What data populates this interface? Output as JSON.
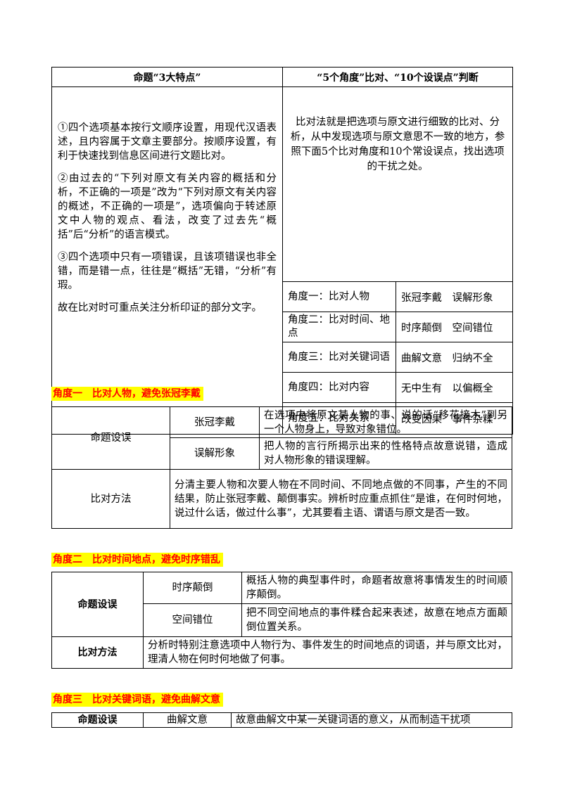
{
  "top_table": {
    "header_left": "命题“3大特点”",
    "header_right": "“5个角度”比对、“10个设误点”判断",
    "features": [
      "①四个选项基本按行文顺序设置，用现代汉语表述，且内容属于文章主要部分。按顺序设置，有利于快速找到信息区间进行文题比对。",
      "②由过去的“下列对原文有关内容的概括和分析，不正确的一项是”改为“下列对原文有关内容的概述，不正确的一项是”，选项偏向于转述原文中人物的观点、看法，改变了过去先“概括”后“分析”的语言模式。",
      "③四个选项中只有一项错误，且该项错误也非全错，而是错一点，往往是“概括”无错，“分析”有瑕。",
      "故在比对时可重点关注分析印证的部分文字。"
    ],
    "intro": "比对法就是把选项与原文进行细致的比对、分析，从中发现选项与原文意思不一致的地方，参照下面5个比对角度和10个常设误点，找出选项的干扰之处。",
    "angles": [
      {
        "angle": "角度一：比对人物",
        "errors": "张冠李戴　误解形象"
      },
      {
        "angle": "角度二：比对时间、地点",
        "errors": "时序颠倒　空间错位"
      },
      {
        "angle": "角度三：比对关键词语",
        "errors": "曲解文意　归纳不全"
      },
      {
        "angle": "角度四：比对内容",
        "errors": "无中生有　以偏概全"
      },
      {
        "angle": "角度五：比对关系",
        "errors": "改变因果　事件杂糅"
      }
    ]
  },
  "sections": [
    {
      "heading": "角度一　比对人物，避免张冠李戴",
      "label_design": "命题设误",
      "rows": [
        {
          "name": "张冠李戴",
          "desc": "在选项中将原文某人物的事、说的话“移花接木”到另一个人物身上，导致对象错位。"
        },
        {
          "name": "误解形象",
          "desc": "把人物的言行所揭示出来的性格特点故意说错，造成对人物形象的错误理解。"
        }
      ],
      "label_method": "比对方法",
      "method": "分清主要人物和次要人物在不同时间、不同地点做的不同事，产生的不同结果，防止张冠李戴、颠倒事实。辨析时应重点抓住“是谁，在何时何地，说过什么话，做过什么事”，尤其要看主语、谓语与原文是否一致。"
    },
    {
      "heading": "角度二　比对时间地点，避免时序错乱",
      "label_design": "命题设误",
      "rows": [
        {
          "name": "时序颠倒",
          "desc": "概括人物的典型事件时，命题者故意将事情发生的时间顺序颠倒。"
        },
        {
          "name": "空间错位",
          "desc": "把不同空间地点的事件糅合起来表述，故意在地点方面颠倒位置关系。"
        }
      ],
      "label_method": "比对方法",
      "method": "分析时特别注意选项中人物行为、事件发生的时间地点的词语，并与原文比对，理清人物在何时何地做了何事。"
    },
    {
      "heading": "角度三　比对关键词语，避免曲解文意",
      "label_design": "命题设误",
      "rows": [
        {
          "name": "曲解文意",
          "desc": "故意曲解文中某一关键词语的意义，从而制造干扰项"
        }
      ]
    }
  ]
}
